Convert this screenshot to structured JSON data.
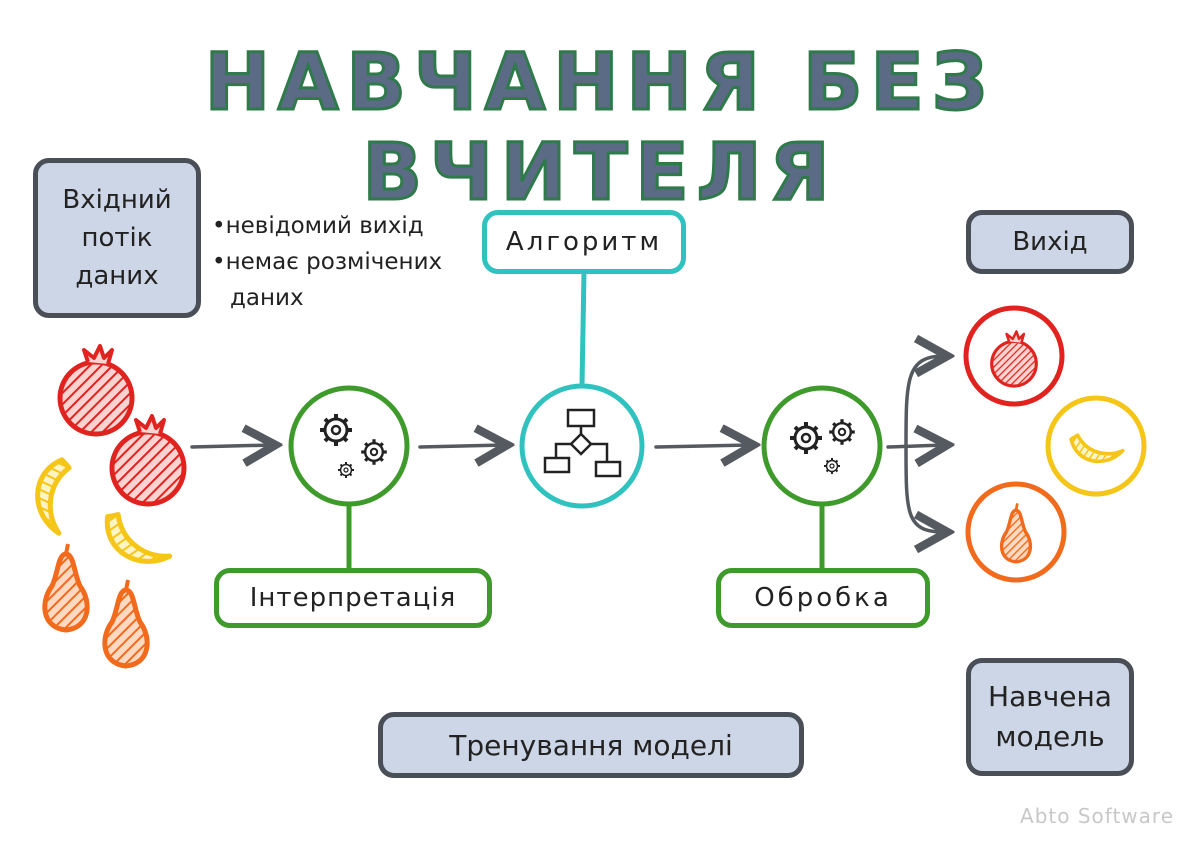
{
  "title": "НАВЧАННЯ БЕЗ ВЧИТЕЛЯ",
  "input_box": {
    "lines": [
      "Вхідний",
      "потік",
      "даних"
    ]
  },
  "notes": [
    {
      "bullet": "•",
      "text": "невідомий вихід"
    },
    {
      "bullet": "•",
      "text": "немає розмічених"
    },
    {
      "bullet": "",
      "text": "даних"
    }
  ],
  "algorithm_label": "Алгоритм",
  "interpretation_label": "Інтерпретація",
  "processing_label": "Обробка",
  "training_label": "Тренування моделі",
  "output_label": "Вихід",
  "trained_model_box": {
    "lines": [
      "Навчена",
      "модель"
    ]
  },
  "watermark": "Abto Software",
  "colors": {
    "title_fill": "#5b6b86",
    "title_stroke": "#2f7a4a",
    "dark_box_fill": "#cdd6e6",
    "dark_box_border": "#4a4f57",
    "green": "#3e9a2b",
    "cyan": "#2fc2bf",
    "arrow": "#555a60",
    "pomegranate": "#e0231e",
    "banana": "#f5c518",
    "pear": "#f26a1b"
  },
  "icons": [
    "pomegranate-icon",
    "banana-icon",
    "pear-icon",
    "gears-icon",
    "flowchart-icon",
    "arrow-icon"
  ]
}
